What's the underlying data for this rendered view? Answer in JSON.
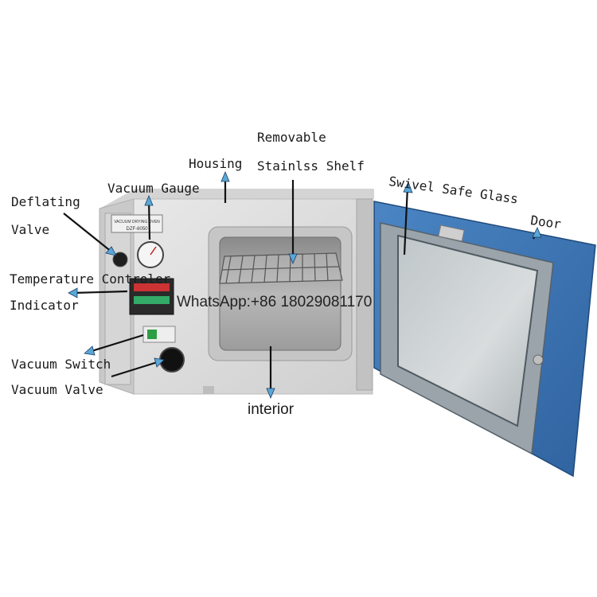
{
  "labels": {
    "removable_line1": "Removable",
    "removable_line2": "Stainlss Shelf",
    "housing": "Housing",
    "vacuum_gauge": "Vacuum Gauge",
    "deflating_line1": "Deflating",
    "deflating_line2": "Valve",
    "temp_line1": "Temperature Controler",
    "temp_line2": "Indicator",
    "vacuum_switch": "Vacuum Switch",
    "vacuum_valve": "Vacuum Valve",
    "interior": "interior",
    "swivel_glass": "Swivel Safe Glass",
    "door": "Door"
  },
  "watermark": "WhatsApp:+86 18029081170",
  "panel_text": {
    "brand": "VACUUM DRYING OVEN",
    "model": "DZF-6050"
  },
  "colors": {
    "door_blue": "#3f78b8",
    "housing_gray": "#dcdcdc",
    "arrow_head": "#5aa7d6",
    "label_text": "#1a1a1a"
  }
}
